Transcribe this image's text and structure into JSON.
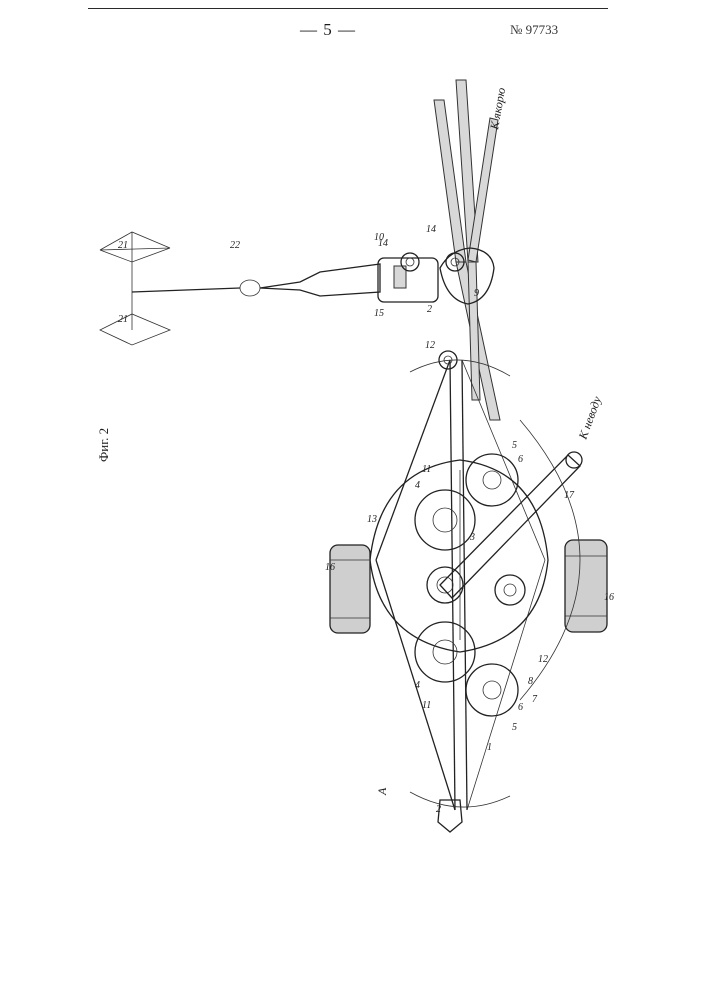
{
  "header": {
    "page_number": "— 5 —",
    "patent_number": "№ 97733"
  },
  "figure": {
    "label": "Фиг. 2",
    "direction_labels": {
      "to_anchor": "К якорю",
      "to_winch": "К неводу",
      "view_a": "A"
    },
    "callouts": [
      "1",
      "2",
      "2",
      "3",
      "4",
      "4",
      "5",
      "5",
      "6",
      "6",
      "7",
      "8",
      "9",
      "10",
      "11",
      "11",
      "12",
      "12",
      "13",
      "14",
      "14",
      "15",
      "16",
      "16",
      "17",
      "21",
      "21",
      "22"
    ]
  }
}
